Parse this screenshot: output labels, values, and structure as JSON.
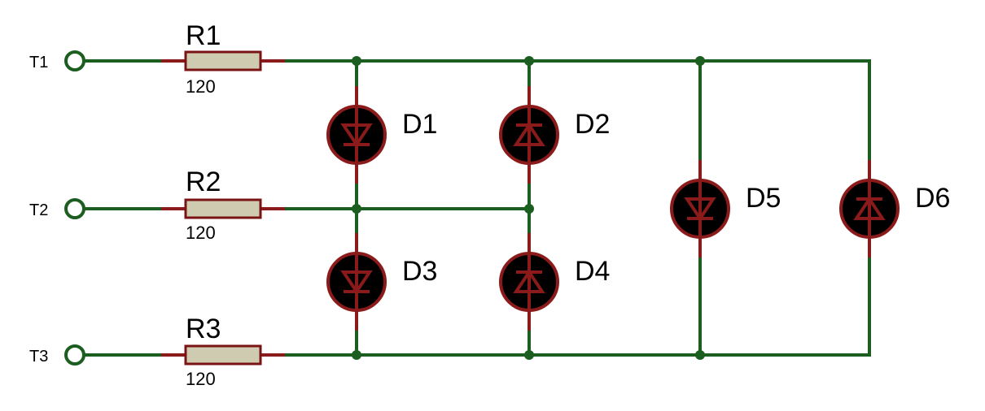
{
  "colors": {
    "wire": "#1b5e20",
    "lead": "#8b1a1a",
    "resistor_fill": "#cfcbb0",
    "led_fill": "#000000"
  },
  "terminals": [
    {
      "label": "T1"
    },
    {
      "label": "T2"
    },
    {
      "label": "T3"
    }
  ],
  "resistors": [
    {
      "name": "R1",
      "value": "120"
    },
    {
      "name": "R2",
      "value": "120"
    },
    {
      "name": "R3",
      "value": "120"
    }
  ],
  "diodes": [
    {
      "name": "D1",
      "direction": "down"
    },
    {
      "name": "D2",
      "direction": "up"
    },
    {
      "name": "D3",
      "direction": "down"
    },
    {
      "name": "D4",
      "direction": "up"
    },
    {
      "name": "D5",
      "direction": "down"
    },
    {
      "name": "D6",
      "direction": "up"
    }
  ]
}
